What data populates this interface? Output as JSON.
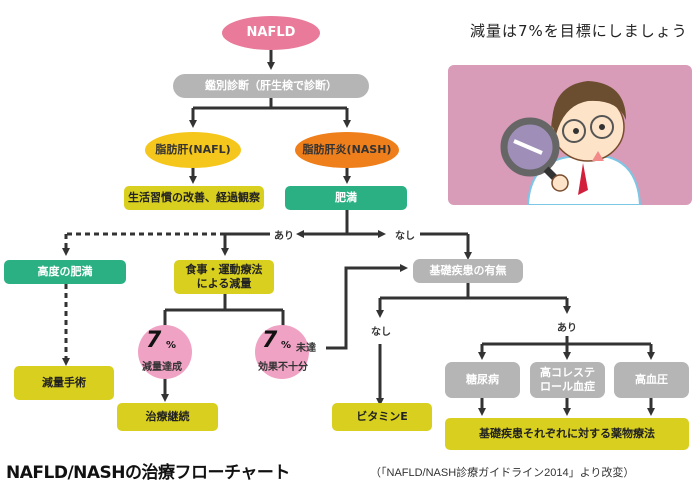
{
  "slogan": "減量は7%を目標にしましょう",
  "illustration": {
    "description": "doctor-with-magnifying-glass",
    "bg_color": "#d89bb8"
  },
  "nodes": {
    "nafld": "NAFLD",
    "diagnosis": "鑑別診断（肝生検で診断）",
    "nafl": "脂肪肝(NAFL)",
    "nash": "脂肪肝炎(NASH)",
    "lifestyle": "生活習慣の改善、経過観察",
    "obesity": "肥満",
    "severe_obesity": "高度の肥満",
    "diet_exercise_line1": "食事・運動療法",
    "diet_exercise_line2": "による減量",
    "underlying": "基礎疾患の有無",
    "surgery": "減量手術",
    "achieved_pct": "7",
    "achieved_unit": "%",
    "achieved_label": "減量達成",
    "not_achieved_pct": "7",
    "not_achieved_unit": "%",
    "not_achieved_suffix": "未達",
    "not_achieved_label": "効果不十分",
    "continue": "治療継続",
    "vitamin_e": "ビタミンE",
    "diabetes": "糖尿病",
    "hyperchol_line1": "高コレステ",
    "hyperchol_line2": "ロール血症",
    "hypertension": "高血圧",
    "drug_therapy": "基礎疾患それぞれに対する薬物療法"
  },
  "edge_labels": {
    "obesity_yes": "あり",
    "obesity_no": "なし",
    "underlying_no": "なし",
    "underlying_yes": "あり"
  },
  "footer": {
    "title": "NAFLD/NASHの治療フローチャート",
    "source": "（「NAFLD/NASH診療ガイドライン2014」より改変）"
  },
  "colors": {
    "pink": "#e97a9a",
    "gray": "#b5b5b5",
    "yellow": "#f5c61b",
    "orange": "#ef7f1a",
    "olive": "#d8cf1e",
    "green": "#2bb083",
    "circle_pink": "#f0a2c4"
  }
}
